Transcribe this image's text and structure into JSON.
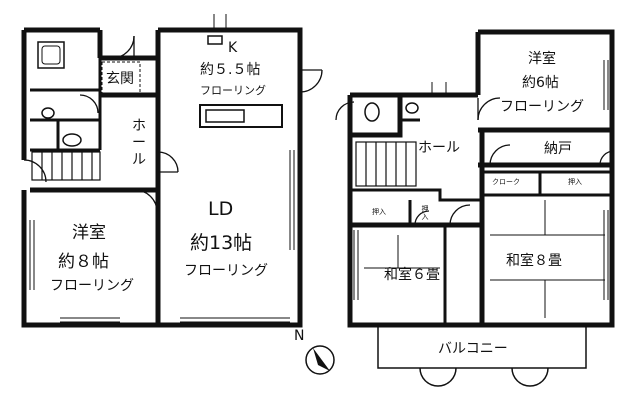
{
  "floor1": {
    "kitchen": {
      "code": "K",
      "size": "約５.５帖",
      "floor": "フローリング"
    },
    "genkan": "玄関",
    "hall": "ホール",
    "ld": {
      "code": "LD",
      "size": "約13帖",
      "floor": "フローリング"
    },
    "western": {
      "name": "洋室",
      "size": "約８帖",
      "floor": "フローリング"
    }
  },
  "floor2": {
    "western": {
      "name": "洋室",
      "size": "約6帖",
      "floor": "フローリング"
    },
    "hall": "ホール",
    "nando": "納戸",
    "closet": "クローク",
    "oshiire_a": "押入",
    "oshiire_b": "押入",
    "oshiire_c": "押入",
    "washitsu6": "和室６畳",
    "washitsu8": "和室８畳",
    "balcony": "バルコニー"
  },
  "compass": {
    "label": "N"
  }
}
